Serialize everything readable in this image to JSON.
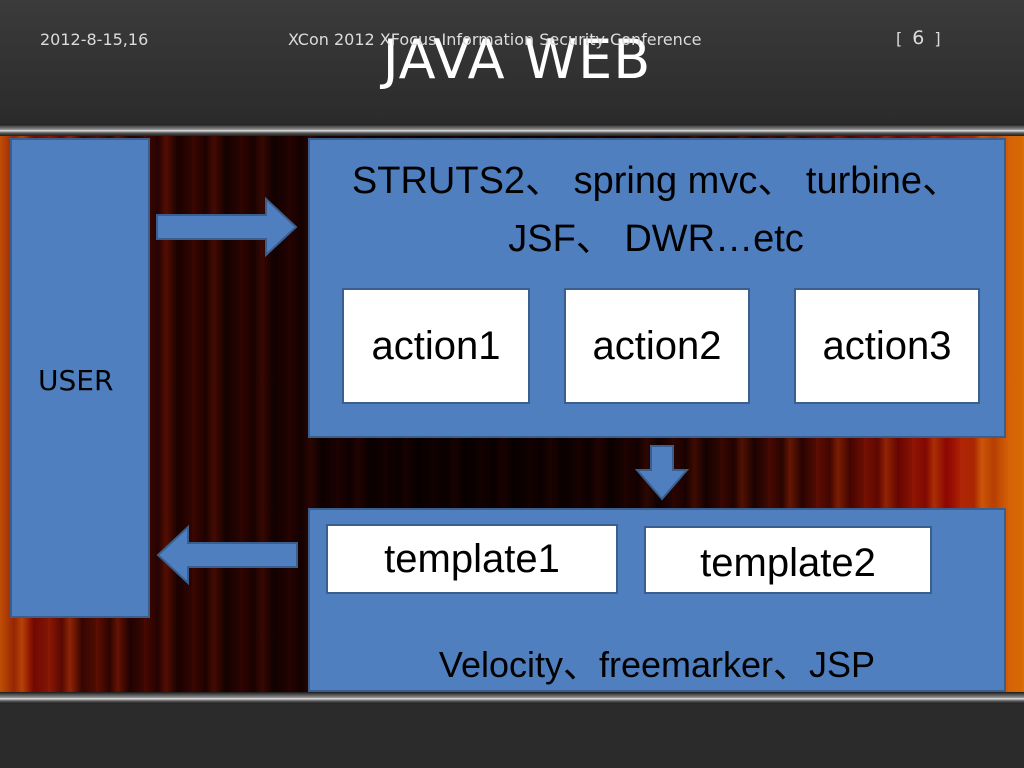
{
  "slide": {
    "title": "JAVA WEB"
  },
  "diagram": {
    "user_label": "USER",
    "framework_line1": "STRUTS2、 spring mvc、 turbine、",
    "framework_line2": "JSF、 DWR…etc",
    "actions": [
      "action1",
      "action2",
      "action3"
    ],
    "templates": [
      "template1",
      "template2"
    ],
    "template_engines": "Velocity、freemarker、JSP"
  },
  "footer": {
    "date": "2012-8-15,16",
    "conference": "XCon 2012 XFocus Information Security Conference",
    "page_open": "[",
    "page_number": "6",
    "page_close": "]"
  },
  "colors": {
    "box_fill": "#4f7fbf",
    "box_border": "#3a5f8f",
    "header_bg": "#2d2d2d"
  }
}
